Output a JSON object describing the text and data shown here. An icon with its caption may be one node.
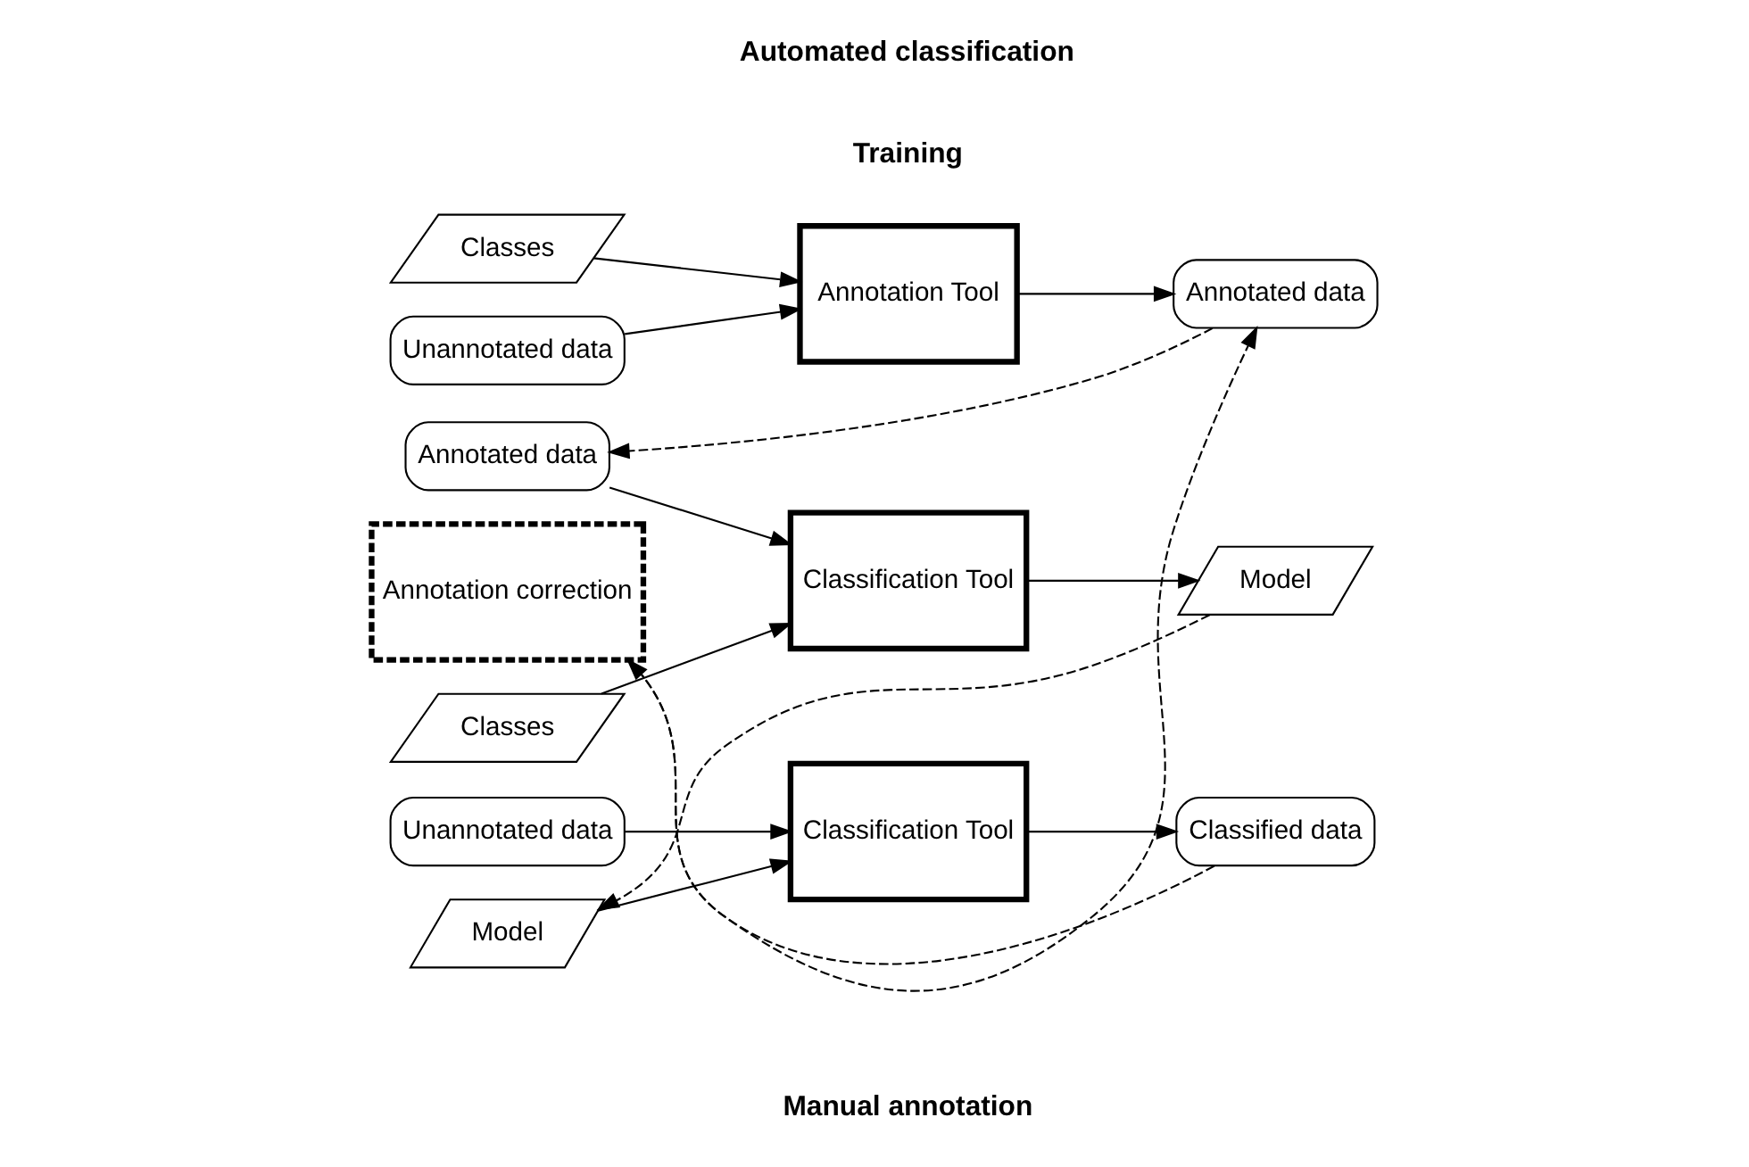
{
  "diagram": {
    "nodes": [
      {
        "text": [
          "Unannotated data"
        ]
      },
      {
        "text": [
          "Classes"
        ]
      },
      {
        "text": [
          "Annotation Tool"
        ]
      },
      {
        "text": [
          "Annotated data"
        ]
      },
      {
        "text": [
          "Annotated data"
        ]
      },
      {
        "text": [
          "Classes"
        ]
      },
      {
        "text": [
          "Classification Tool"
        ]
      },
      {
        "text": [
          "Model"
        ]
      },
      {
        "text": [
          "Model"
        ]
      },
      {
        "text": [
          "Unannotated data"
        ]
      },
      {
        "text": [
          "Classification Tool"
        ]
      },
      {
        "text": [
          "Classified data"
        ]
      },
      {
        "text": [
          "Annotation correction"
        ]
      }
    ],
    "edges": [
      {
        "from": 0,
        "to": 2,
        "arrow": "to"
      },
      {
        "from": 1,
        "to": 2,
        "arrow": "to"
      },
      {
        "from": 2,
        "to": 3,
        "arrow": "to"
      },
      {
        "from": 3,
        "to": 4,
        "arrow": "to",
        "style": "dashed"
      },
      {
        "from": 4,
        "to": 6,
        "arrow": "to"
      },
      {
        "from": 5,
        "to": 6,
        "arrow": "to"
      },
      {
        "from": 6,
        "to": 7,
        "arrow": "to"
      },
      {
        "from": 7,
        "to": 8,
        "arrow": "to",
        "style": "dashed"
      },
      {
        "from": 8,
        "to": 10,
        "arrow": "to"
      },
      {
        "from": 9,
        "to": 10,
        "arrow": "to"
      },
      {
        "from": 10,
        "to": 11,
        "arrow": "to"
      },
      {
        "from": 11,
        "to": 12,
        "arrow": "to",
        "style": "dashed"
      },
      {
        "from": 12,
        "to": 3,
        "arrow": "to",
        "style": "dashed"
      }
    ],
    "labels": [
      "Manual annotation",
      "Training",
      "Automated classification"
    ]
  }
}
